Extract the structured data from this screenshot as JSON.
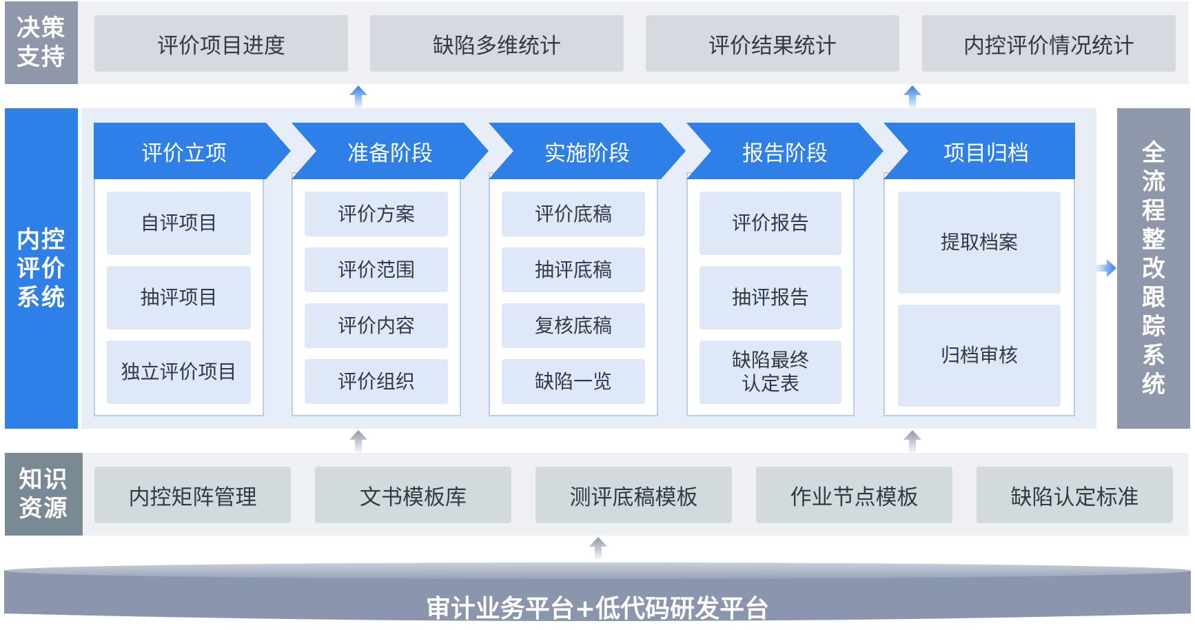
{
  "decision_support": {
    "label": "决策\n支持",
    "items": [
      "评价项目进度",
      "缺陷多维统计",
      "评价结果统计",
      "内控评价情况统计"
    ]
  },
  "internal_control": {
    "label": "内控\n评价\n系统",
    "stages": [
      {
        "title": "评价立项",
        "items": [
          "自评项目",
          "抽评项目",
          "独立评价项目"
        ]
      },
      {
        "title": "准备阶段",
        "items": [
          "评价方案",
          "评价范围",
          "评价内容",
          "评价组织"
        ]
      },
      {
        "title": "实施阶段",
        "items": [
          "评价底稿",
          "抽评底稿",
          "复核底稿",
          "缺陷一览"
        ]
      },
      {
        "title": "报告阶段",
        "items": [
          "评价报告",
          "抽评报告",
          "缺陷最终\n认定表"
        ]
      },
      {
        "title": "项目归档",
        "items": [
          "提取档案",
          "归档审核"
        ]
      }
    ]
  },
  "tracking_system": {
    "label_chars": [
      "全",
      "流",
      "程",
      "整",
      "改",
      "跟",
      "踪",
      "系",
      "统"
    ]
  },
  "knowledge_resources": {
    "label": "知识\n资源",
    "items": [
      "内控矩阵管理",
      "文书模板库",
      "测评底稿模板",
      "作业节点模板",
      "缺陷认定标准"
    ]
  },
  "platform": {
    "label": "审计业务平台+低代码研发平台"
  },
  "colors": {
    "primary_blue": "#2f7fe8",
    "gray_label": "#8f98aa",
    "teal_gray_label": "#7a8a94",
    "light_panel": "#e8eef8",
    "item_blue": "#dfe8f7"
  }
}
